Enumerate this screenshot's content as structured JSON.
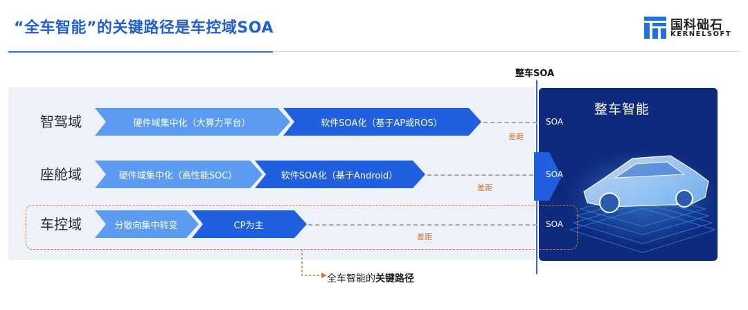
{
  "header": {
    "title": "“全车智能”的关键路径是车控域SOA",
    "logo_cn": "国科础石",
    "logo_en": "KERNELSOFT"
  },
  "diagram": {
    "boundary_label": "整车SOA",
    "target_label": "整车智能",
    "rows": [
      {
        "domain": "智驾域",
        "steps": [
          "硬件域集中化（大算力平台）",
          "软件SOA化（基于AP或ROS）"
        ],
        "gap": "差距",
        "soa": "SOA"
      },
      {
        "domain": "座舱域",
        "steps": [
          "硬件域集中化（高性能SOC）",
          "软件SOA化（基于Android）"
        ],
        "gap": "差距",
        "soa": "SOA"
      },
      {
        "domain": "车控域",
        "steps": [
          "分散向集中转变",
          "CP为主"
        ],
        "gap": "差距",
        "soa": "SOA"
      }
    ],
    "key_path": {
      "prefix": "全车智能的",
      "bold": "关键路径"
    }
  },
  "colors": {
    "step_light": "#5b9cf2",
    "step_dark": "#1f5fe0",
    "accent_orange": "#d8742a",
    "target_bg": "#0d2a7c"
  }
}
